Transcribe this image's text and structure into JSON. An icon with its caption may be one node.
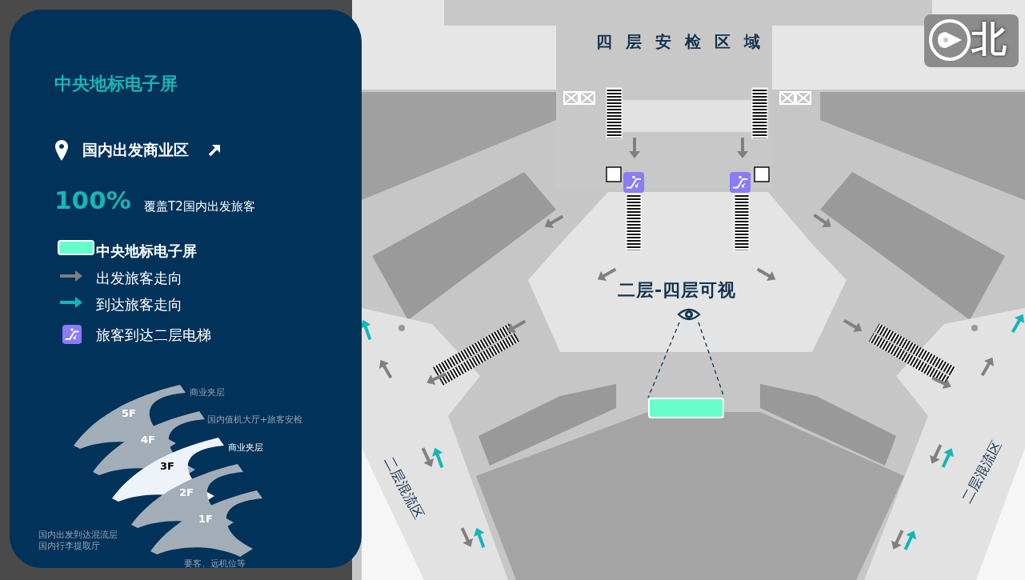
{
  "diagram": {
    "title": "中央地标电子屏",
    "nodes": [
      {
        "text": [
          "5F"
        ],
        "beside": [
          "商业夹层"
        ]
      },
      {
        "text": [
          "4F"
        ],
        "beside": [
          "国内值机大厅+旅客安检"
        ]
      },
      {
        "text": [
          "3F"
        ],
        "beside": [
          "商业夹层"
        ]
      },
      {
        "text": [
          "2F"
        ],
        "beside": [
          "国内出发到达混流层",
          "国内行李提取厅"
        ]
      },
      {
        "text": [
          "1F"
        ],
        "beside": [
          "要客、远机位等"
        ]
      },
      {
        "text": [],
        "shape": "picture"
      },
      {
        "text": [],
        "shape": "box"
      }
    ],
    "edges": [
      {
        "from": 5,
        "to": 6,
        "arrow": "none",
        "style": "dashed"
      },
      {
        "from": 5,
        "to": 6,
        "arrow": "none",
        "style": "dashed"
      }
    ],
    "labels": [
      "国内出发商业区",
      "100%",
      "覆盖T2国内出发旅客",
      "四层安检区域",
      "北",
      "二层-四层可视",
      "二层混流区",
      "二层混流区"
    ],
    "legend": [
      {
        "text": "中央地标电子屏",
        "color": "#66ffcc"
      },
      {
        "text": "出发旅客走向"
      },
      {
        "text": "到达旅客走向"
      },
      {
        "text": "旅客到达二层电梯"
      }
    ]
  }
}
